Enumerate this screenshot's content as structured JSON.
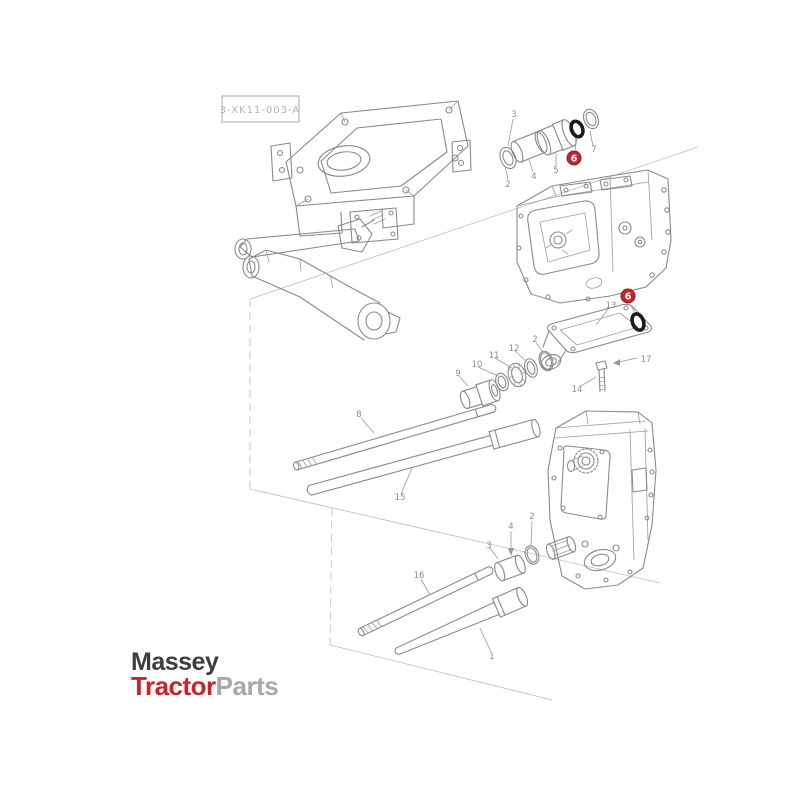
{
  "diagram": {
    "ref_label": "3-XK11-003-A",
    "callouts": {
      "c3_top": "3",
      "c2_top": "2",
      "c4_top": "4",
      "c5": "5",
      "c7": "7",
      "c13": "13",
      "c17": "17",
      "c14": "14",
      "c2_mid": "2",
      "c12": "12",
      "c11": "11",
      "c10": "10",
      "c9": "9",
      "c8": "8",
      "c15": "15",
      "c16": "16",
      "c1": "1",
      "c3_bottom": "3",
      "c4_bottom": "4",
      "c2_bottom": "2"
    },
    "markers": {
      "m6_upper": "6",
      "m6_lower": "6"
    }
  },
  "logo": {
    "massey": "Massey",
    "tractor": "Tractor",
    "parts": "Parts"
  },
  "colors": {
    "line": "#8a8a8a",
    "construction": "#bdbdbd",
    "callout_text": "#8d8d8d",
    "oring_black": "#1b1b1b",
    "marker_red": "#c1272d",
    "logo_dark": "#3d3d3d",
    "logo_red": "#cc2128",
    "logo_gray": "#a8a8a8",
    "background": "#ffffff"
  }
}
